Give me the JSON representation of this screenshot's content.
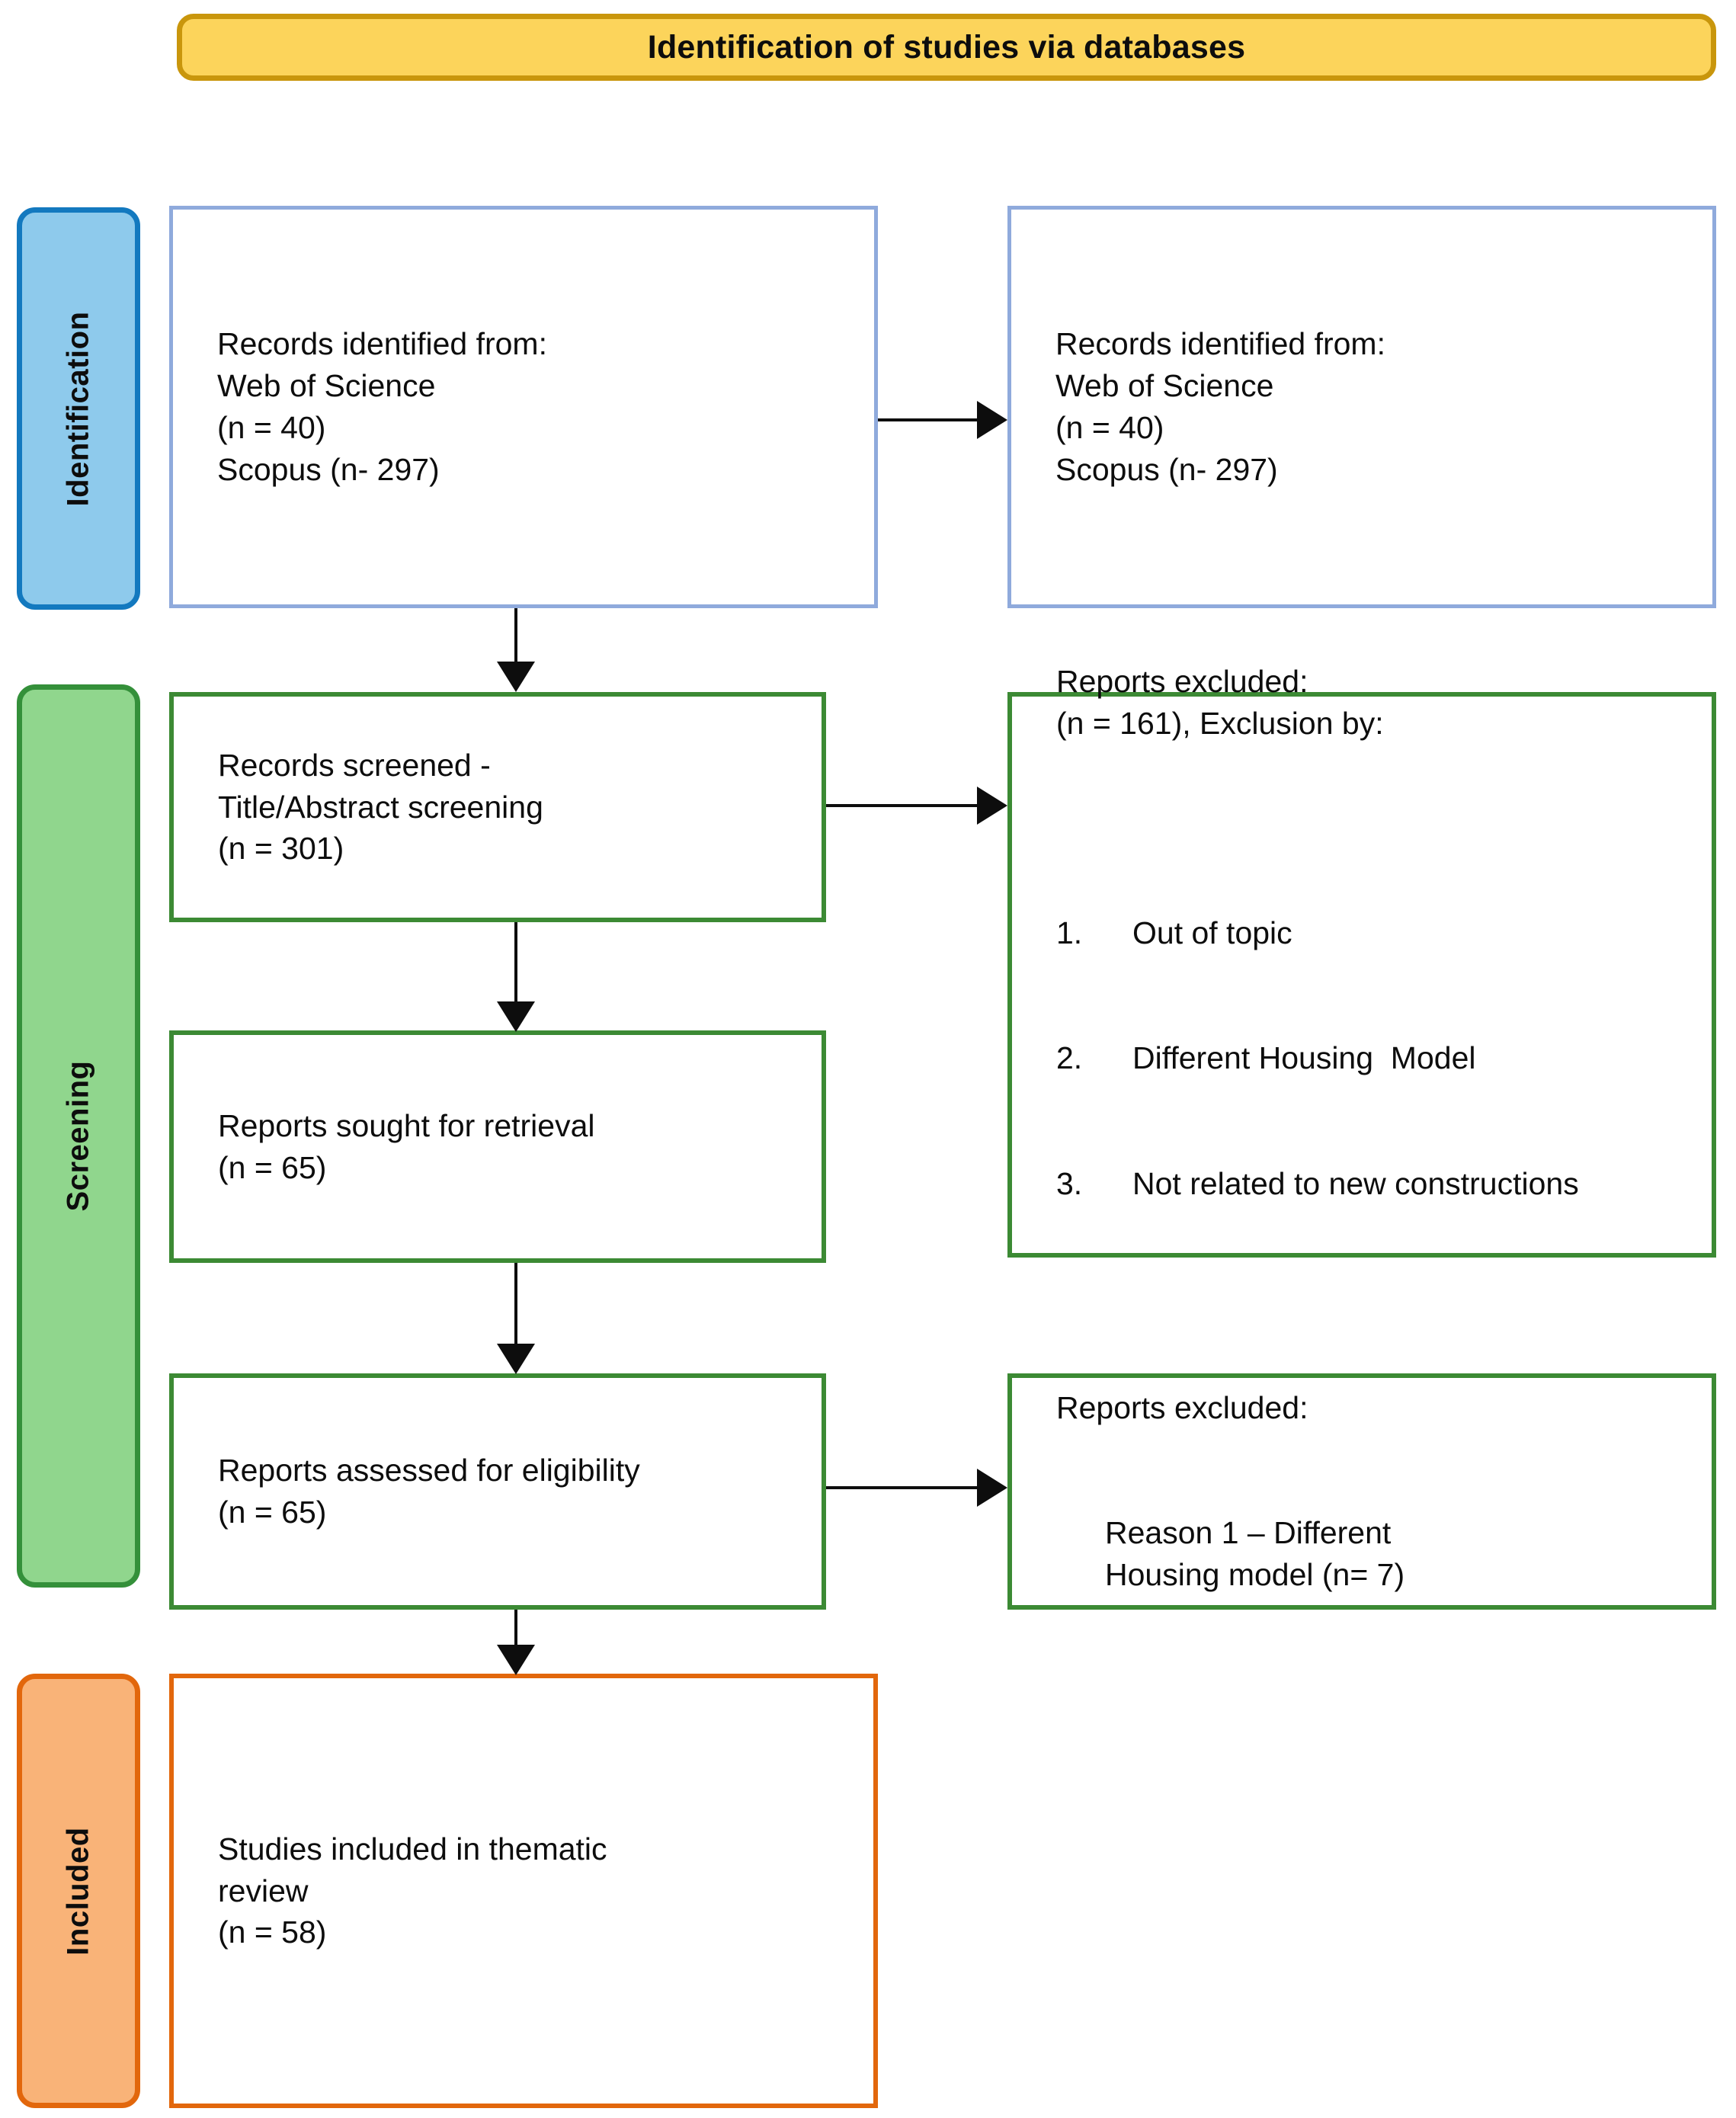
{
  "header": {
    "title": "Identification of studies via databases"
  },
  "stages": [
    {
      "key": "identification",
      "label": "Identification",
      "color": "#8ECAEC",
      "border": "#1379BF"
    },
    {
      "key": "screening",
      "label": "Screening",
      "color": "#90D68D",
      "border": "#34903A"
    },
    {
      "key": "included",
      "label": "Included",
      "color": "#F9B378",
      "border": "#E2670C"
    }
  ],
  "boxes": {
    "identification_left": {
      "text": "Records identified from:\nWeb of Science\n(n = 40)\nScopus (n- 297)"
    },
    "identification_right": {
      "text": "Records identified from:\nWeb of Science\n(n = 40)\nScopus (n- 297)"
    },
    "records_screened": {
      "text": "Records screened -\nTitle/Abstract screening\n(n = 301)"
    },
    "reports_excluded_1": {
      "heading": "Reports excluded:\n(n = 161), Exclusion by:",
      "items": [
        {
          "num": "1.",
          "text": "Out of topic"
        },
        {
          "num": "2.",
          "text": "Different Housing  Model"
        },
        {
          "num": "3.",
          "text": "Not related to new constructions"
        }
      ]
    },
    "reports_sought": {
      "text": "Reports sought for retrieval\n(n = 65)"
    },
    "reports_assessed": {
      "text": "Reports assessed for eligibility\n(n = 65)"
    },
    "reports_excluded_2": {
      "heading": "Reports excluded:",
      "detail": "Reason 1 – Different\nHousing model (n= 7)"
    },
    "studies_included": {
      "text": "Studies included in thematic\nreview\n(n = 58)"
    }
  },
  "colors": {
    "banner_fill": "#FCD45B",
    "banner_border": "#C9960C",
    "blue_border": "#8FAADC",
    "green_border": "#3C8A34",
    "orange_border": "#E2670C",
    "arrow": "#0d0d0d"
  }
}
